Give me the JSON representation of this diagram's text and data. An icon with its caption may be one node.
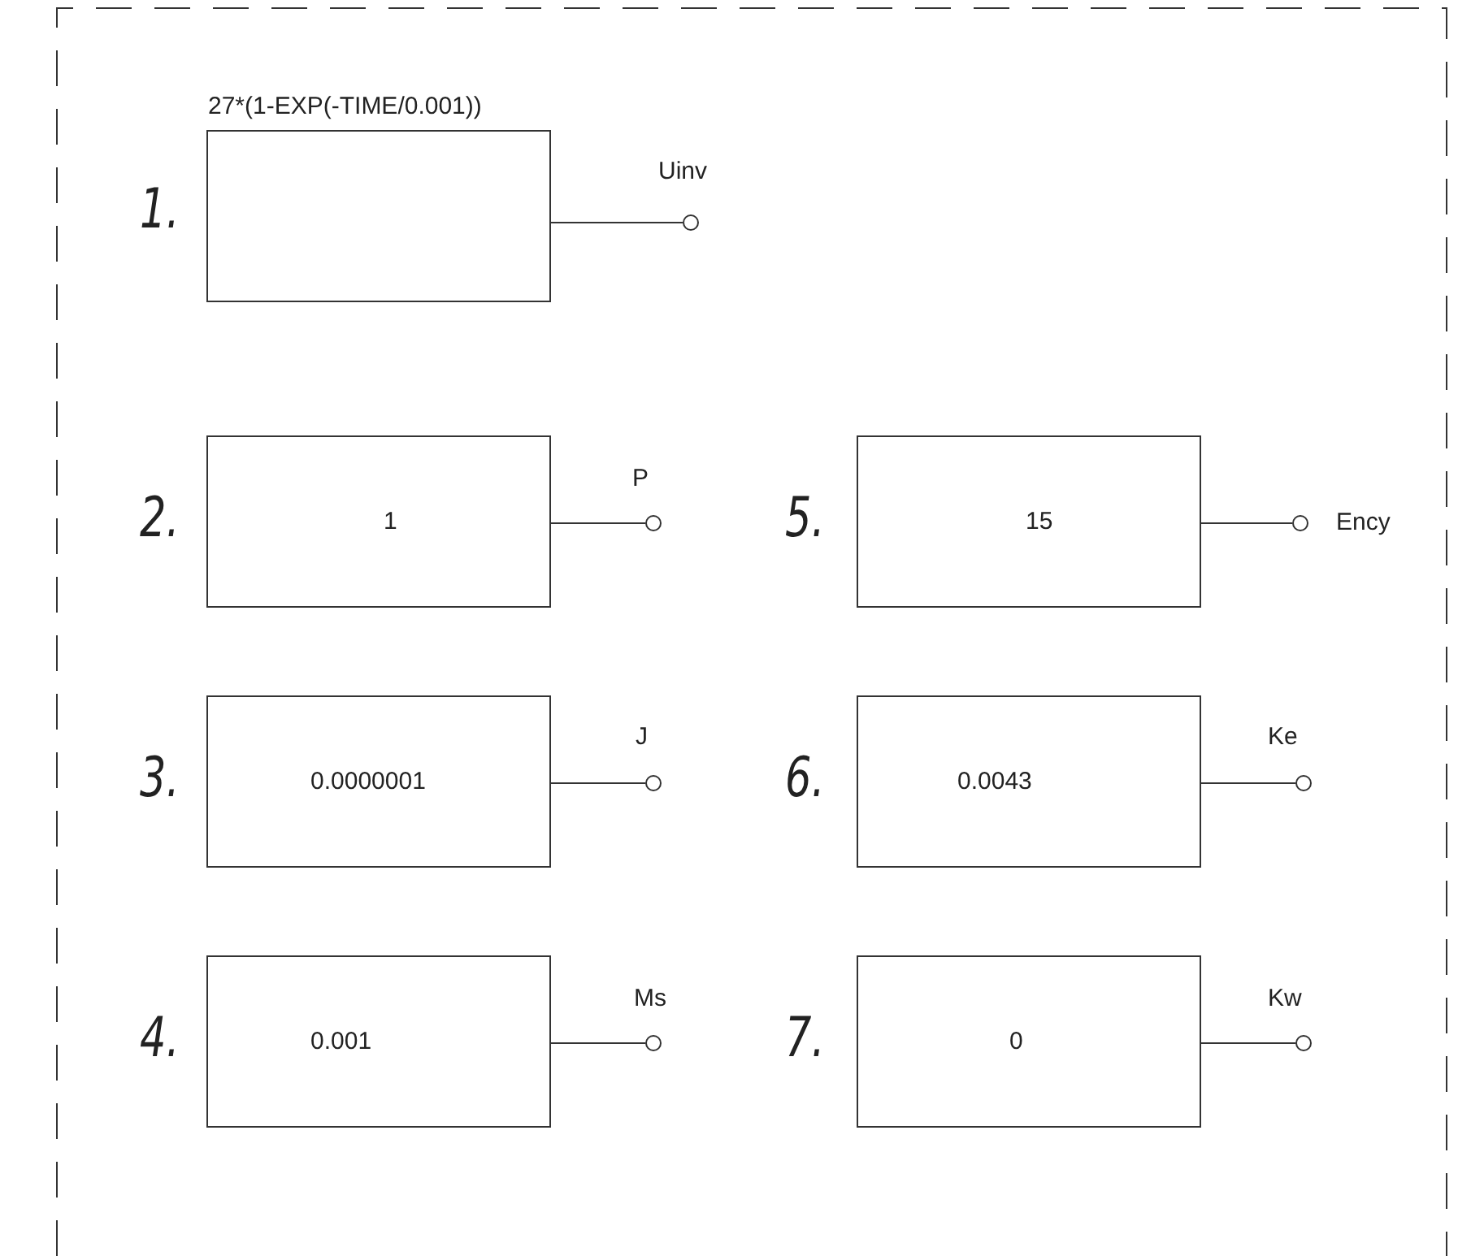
{
  "diagram": {
    "nodes": [
      {
        "text": [
          "27*(1-EXP(-TIME/0.001))"
        ],
        "beside": [
          "1."
        ]
      },
      {
        "text": [],
        "shape": "circle",
        "beside": [
          "Uinv"
        ]
      },
      {
        "text": [
          "1"
        ],
        "beside": [
          "2."
        ]
      },
      {
        "text": [],
        "shape": "circle",
        "beside": [
          "P"
        ]
      },
      {
        "text": [
          "15"
        ],
        "beside": [
          "5."
        ]
      },
      {
        "text": [],
        "shape": "circle",
        "beside": [
          "Ency"
        ]
      },
      {
        "text": [
          "0.0000001"
        ],
        "beside": [
          "3."
        ]
      },
      {
        "text": [],
        "shape": "circle",
        "beside": [
          "J"
        ]
      },
      {
        "text": [
          "0.0043"
        ],
        "beside": [
          "6."
        ]
      },
      {
        "text": [],
        "shape": "circle",
        "beside": [
          "Ke"
        ]
      },
      {
        "text": [
          "0.001"
        ],
        "beside": [
          "4."
        ]
      },
      {
        "text": [],
        "shape": "circle",
        "beside": [
          "Ms"
        ]
      },
      {
        "text": [
          "0"
        ],
        "beside": [
          "7."
        ]
      },
      {
        "text": [],
        "shape": "circle",
        "beside": [
          "Kw"
        ]
      }
    ],
    "edges": [
      {
        "from": 0,
        "to": 1,
        "arrow": "none"
      },
      {
        "from": 2,
        "to": 3,
        "arrow": "none"
      },
      {
        "from": 4,
        "to": 5,
        "arrow": "none"
      },
      {
        "from": 6,
        "to": 7,
        "arrow": "none"
      },
      {
        "from": 8,
        "to": 9,
        "arrow": "none"
      },
      {
        "from": 10,
        "to": 11,
        "arrow": "none"
      },
      {
        "from": 12,
        "to": 13,
        "arrow": "none"
      }
    ]
  }
}
